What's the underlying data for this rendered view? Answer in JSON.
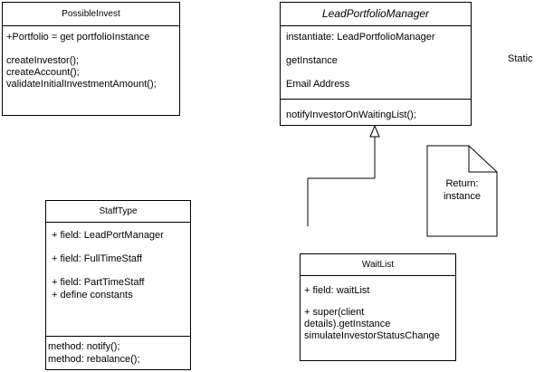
{
  "possible_invest": {
    "title": "PossibleInvest",
    "line1": "+Portfolio = get portfolioInstance",
    "line2": "createInvestor();",
    "line3": "createAccount();",
    "line4": "validateInitialInvestmentAmount();"
  },
  "lead_portfolio_manager": {
    "title": "LeadPortfolioManager",
    "attr1": "instantiate:  LeadPortfolioManager",
    "attr2": "getInstance",
    "attr3": "Email Address",
    "method1": "notifyInvestorOnWaitingList();"
  },
  "static_label": "Static",
  "note": {
    "line1": "Return:",
    "line2": "instance"
  },
  "staff_type": {
    "title": "StaffType",
    "field1": "+ field: LeadPortManager",
    "field2": "+ field: FullTimeStaff",
    "field3": "+ field: PartTimeStaff",
    "field4": "+ define constants",
    "method1": "method:  notify();",
    "method2": "method: rebalance();"
  },
  "wait_list": {
    "title": "WaitList",
    "field1": "+ field: waitList",
    "line2": "+ super(client",
    "line3": "details).getInstance",
    "line4": "simulateInvestorStatusChange"
  }
}
